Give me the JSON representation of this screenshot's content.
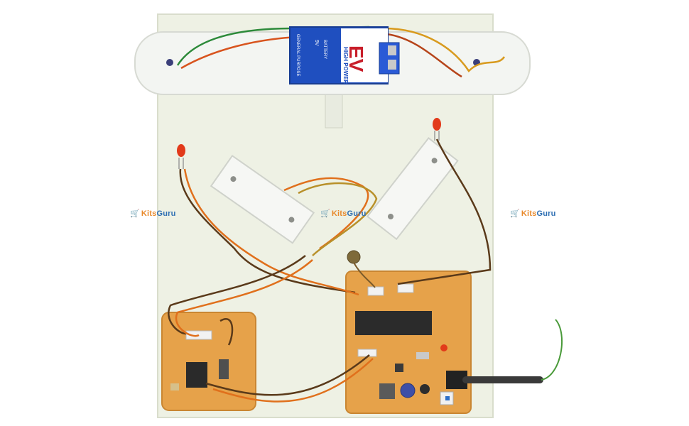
{
  "watermark": {
    "brand_a": "Kits",
    "brand_b": "Guru",
    "cart_glyph": "🛒",
    "icon": "shopping-cart-icon",
    "color_a": "#e8892b",
    "color_b": "#2e6fb3"
  },
  "battery": {
    "brand": "EV",
    "power_label": "HIGH POWER",
    "side_text_1": "GENERAL PURPOSE",
    "side_text_2": "9V",
    "bottom_text": "BATTERY"
  },
  "colors": {
    "board": "#eef1e4",
    "pcb": "#e6a24a",
    "wire_orange": "#e0701c",
    "wire_brown": "#5a3a1a",
    "led_red": "#e23a1a"
  }
}
